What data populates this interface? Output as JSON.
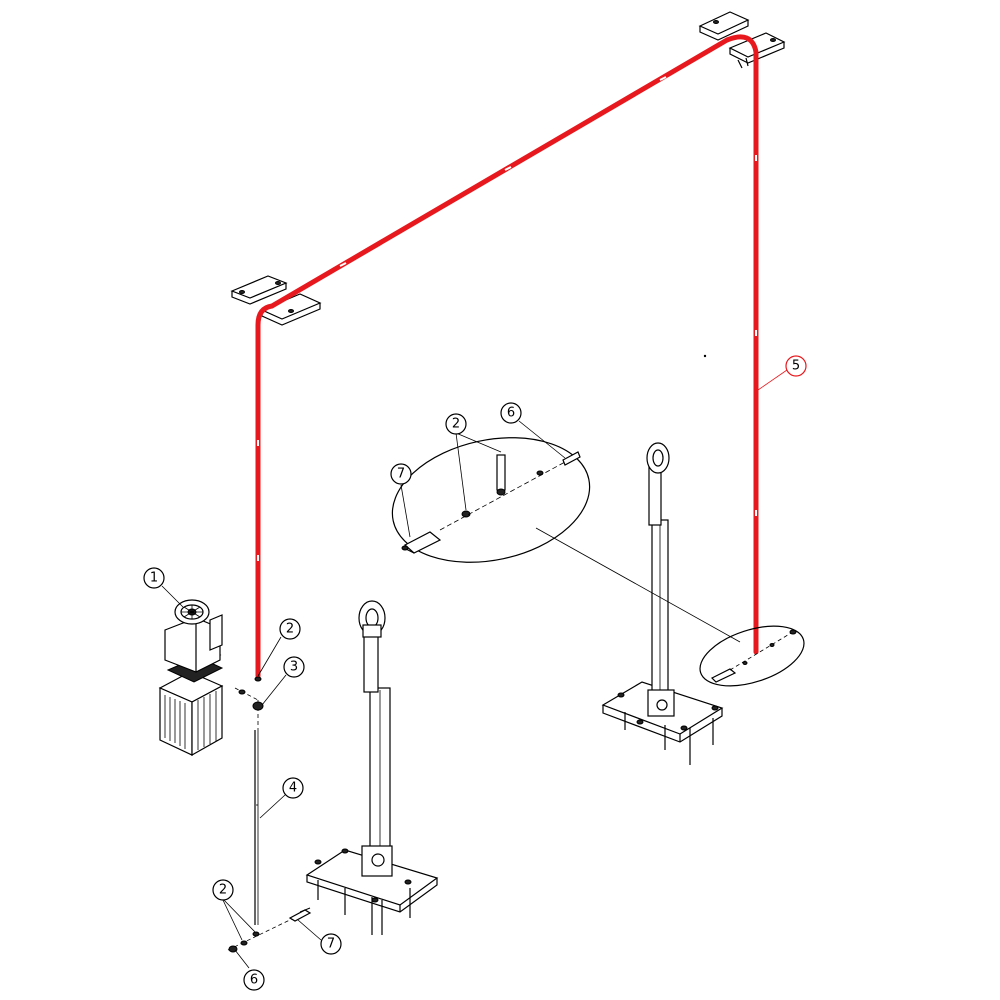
{
  "callouts": {
    "motor_unit": "1",
    "fitting_upper_left": "2",
    "fitting_tee": "3",
    "hose_vertical": "4",
    "red_line": "5",
    "plug_detail": "6",
    "coupler_detail": "7",
    "fitting_detail": "2",
    "fitting_lower": "2",
    "coupler_lower": "7",
    "plug_lower": "6"
  },
  "colors": {
    "highlight_line": "#e8191e",
    "linework": "#000000",
    "background": "#ffffff"
  }
}
